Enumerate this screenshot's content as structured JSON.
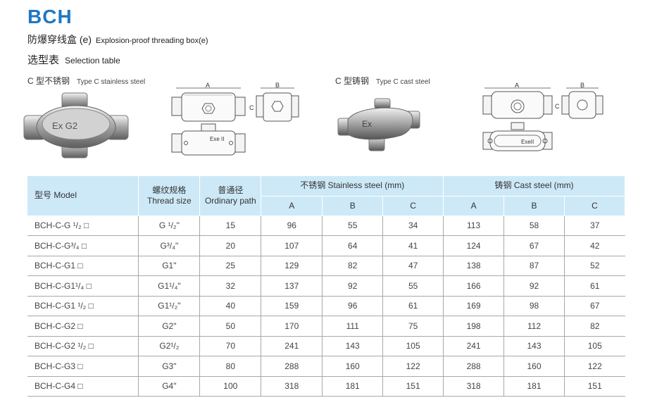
{
  "brand": "BCH",
  "subtitle": {
    "zh": "防爆穿线盒 (e)",
    "en": "Explosion-proof threading box(e)"
  },
  "selection": {
    "zh": "选型表",
    "en": "Selection table"
  },
  "types": [
    {
      "zh": "C 型不锈钢",
      "en": "Type C stainless steel"
    },
    {
      "zh": "C 型铸钢",
      "en": "Type C cast steel"
    }
  ],
  "drawings": {
    "dim_a": "A",
    "dim_b": "B",
    "dim_c": "C",
    "stainless_marking": "Exe  II",
    "cast_marking": "ExeII",
    "stainless_photo_text": "Ex  G2",
    "cast_photo_text": "Ex"
  },
  "table": {
    "headers": {
      "model": "型号 Model",
      "thread_zh": "螺纹规格",
      "thread_en": "Thread size",
      "path_zh": "普通径",
      "path_en": "Ordinary path",
      "stainless": "不锈钢  Stainless steel  (mm)",
      "cast": "铸钢  Cast steel  (mm)",
      "sub": [
        "A",
        "B",
        "C",
        "A",
        "B",
        "C"
      ]
    },
    "rows": [
      {
        "model": "BCH-C-G ¹/₂ □",
        "thread": "G ¹/₂\"",
        "path": "15",
        "sa": "96",
        "sb": "55",
        "sc": "34",
        "ca": "113",
        "cb": "58",
        "cc": "37"
      },
      {
        "model": "BCH-C-G³/₄ □",
        "thread": "G³/₄\"",
        "path": "20",
        "sa": "107",
        "sb": "64",
        "sc": "41",
        "ca": "124",
        "cb": "67",
        "cc": "42"
      },
      {
        "model": "BCH-C-G1 □",
        "thread": "G1\"",
        "path": "25",
        "sa": "129",
        "sb": "82",
        "sc": "47",
        "ca": "138",
        "cb": "87",
        "cc": "52"
      },
      {
        "model": "BCH-C-G1¹/₄ □",
        "thread": "G1¹/₄\"",
        "path": "32",
        "sa": "137",
        "sb": "92",
        "sc": "55",
        "ca": "166",
        "cb": "92",
        "cc": "61"
      },
      {
        "model": "BCH-C-G1 ¹/₂ □",
        "thread": "G1¹/₂\"",
        "path": "40",
        "sa": "159",
        "sb": "96",
        "sc": "61",
        "ca": "169",
        "cb": "98",
        "cc": "67"
      },
      {
        "model": "BCH-C-G2 □",
        "thread": "G2\"",
        "path": "50",
        "sa": "170",
        "sb": "111",
        "sc": "75",
        "ca": "198",
        "cb": "112",
        "cc": "82"
      },
      {
        "model": "BCH-C-G2 ¹/₂ □",
        "thread": "G2¹/₂",
        "path": "70",
        "sa": "241",
        "sb": "143",
        "sc": "105",
        "ca": "241",
        "cb": "143",
        "cc": "105"
      },
      {
        "model": "BCH-C-G3 □",
        "thread": "G3\"",
        "path": "80",
        "sa": "288",
        "sb": "160",
        "sc": "122",
        "ca": "288",
        "cb": "160",
        "cc": "122"
      },
      {
        "model": "BCH-C-G4 □",
        "thread": "G4\"",
        "path": "100",
        "sa": "318",
        "sb": "181",
        "sc": "151",
        "ca": "318",
        "cb": "181",
        "cc": "151"
      }
    ]
  }
}
